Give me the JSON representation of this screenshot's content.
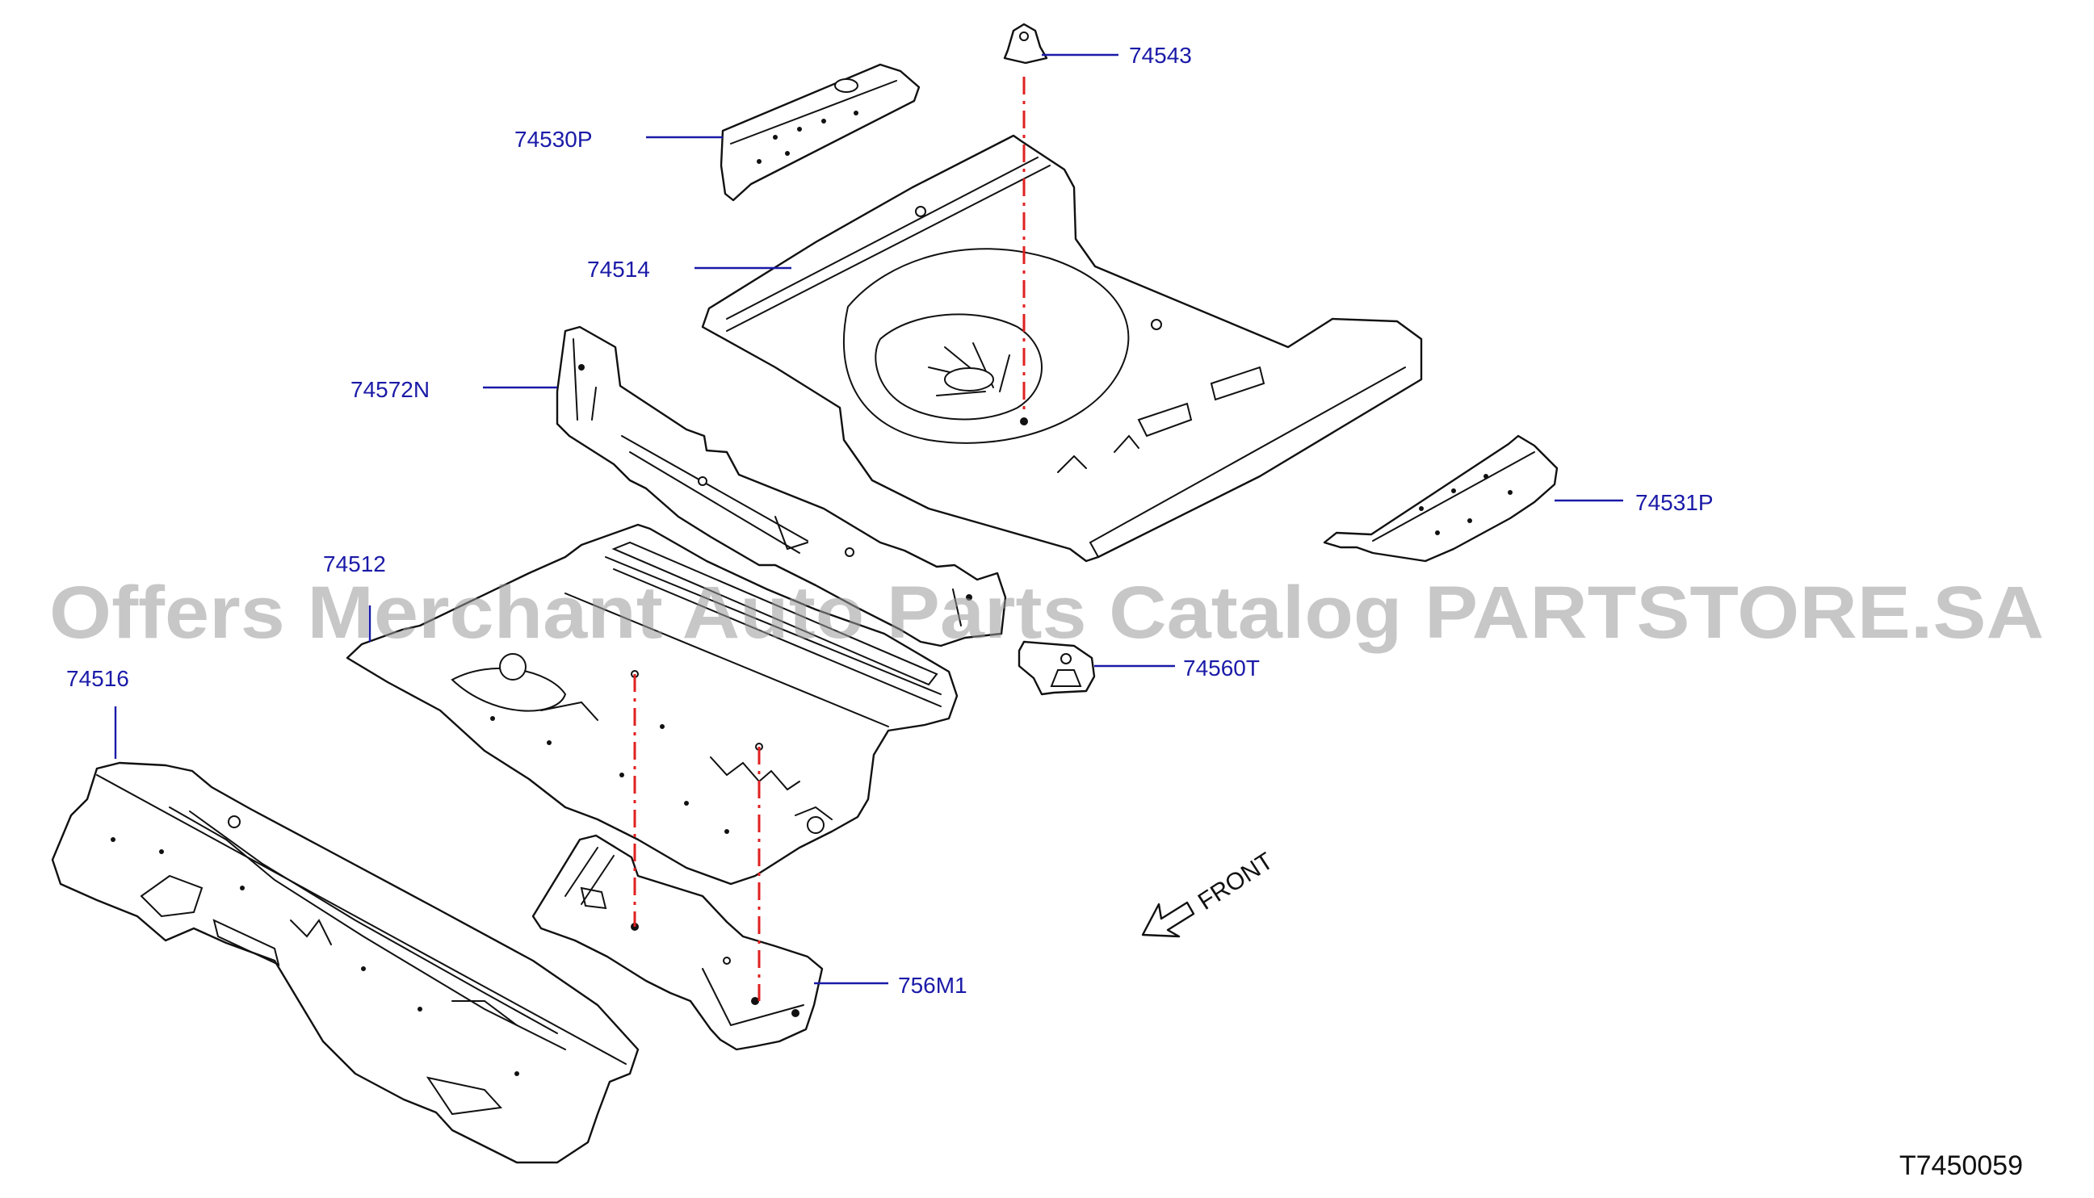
{
  "colors": {
    "callout": "#1a1aa8",
    "guide": "#e02020",
    "line": "#111111",
    "watermark": "#9a9a9a"
  },
  "callouts": {
    "p74543": "74543",
    "p74530P": "74530P",
    "p74514": "74514",
    "p74572N": "74572N",
    "p74531P": "74531P",
    "p74512": "74512",
    "p74560T": "74560T",
    "p74516": "74516",
    "p756M1": "756M1"
  },
  "front": {
    "label": "FRONT",
    "icon": "front-direction-arrow-icon"
  },
  "watermark": "Offers Merchant Auto Parts Catalog PARTSTORE.SA",
  "diagram_code": "T7450059"
}
